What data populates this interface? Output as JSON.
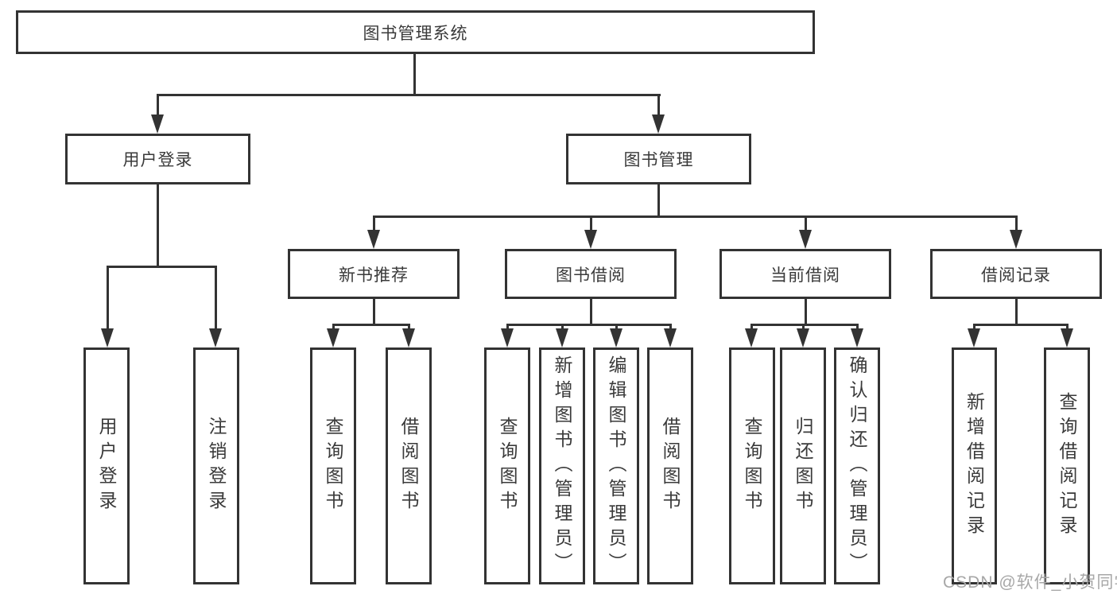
{
  "colors": {
    "line": "#333333",
    "text": "#3a3a3a",
    "box_background": "#ffffff",
    "watermark_text_color": "#a7a7a7",
    "page_background": "#ffffff"
  },
  "watermark": {
    "text": "CSDN @软件_小贺同学"
  },
  "tree": {
    "label": "图书管理系统",
    "children": [
      {
        "label": "用户登录",
        "children": [
          {
            "label": "用户登录"
          },
          {
            "label": "注销登录"
          }
        ]
      },
      {
        "label": "图书管理",
        "children": [
          {
            "label": "新书推荐",
            "children": [
              {
                "label": "查询图书"
              },
              {
                "label": "借阅图书"
              }
            ]
          },
          {
            "label": "图书借阅",
            "children": [
              {
                "label": "查询图书"
              },
              {
                "label": "新增图书（管理员）"
              },
              {
                "label": "编辑图书（管理员）"
              },
              {
                "label": "借阅图书"
              }
            ]
          },
          {
            "label": "当前借阅",
            "children": [
              {
                "label": "查询图书"
              },
              {
                "label": "归还图书"
              },
              {
                "label": "确认归还（管理员）"
              }
            ]
          },
          {
            "label": "借阅记录",
            "children": [
              {
                "label": "新增借阅记录"
              },
              {
                "label": "查询借阅记录"
              }
            ]
          }
        ]
      }
    ]
  }
}
